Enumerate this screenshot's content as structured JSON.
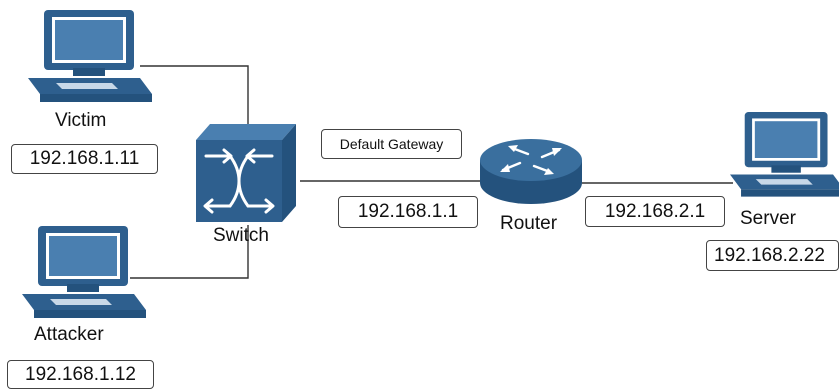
{
  "nodes": {
    "victim": {
      "name": "Victim",
      "ip": "192.168.1.11"
    },
    "attacker": {
      "name": "Attacker",
      "ip": "192.168.1.12"
    },
    "switch": {
      "name": "Switch"
    },
    "router": {
      "name": "Router",
      "lan_ip": "192.168.1.1",
      "wan_ip": "192.168.2.1"
    },
    "server": {
      "name": "Server",
      "ip": "192.168.2.22"
    }
  },
  "annotations": {
    "default_gateway": "Default Gateway"
  },
  "icons": {
    "computer": "desktop-computer-icon",
    "switch": "network-switch-icon",
    "router": "router-icon"
  },
  "colors": {
    "device_blue": "#2e5f8e",
    "device_dark": "#24527d",
    "device_light": "#4a7fb0",
    "link_line": "#333333",
    "label_border": "#444444"
  }
}
